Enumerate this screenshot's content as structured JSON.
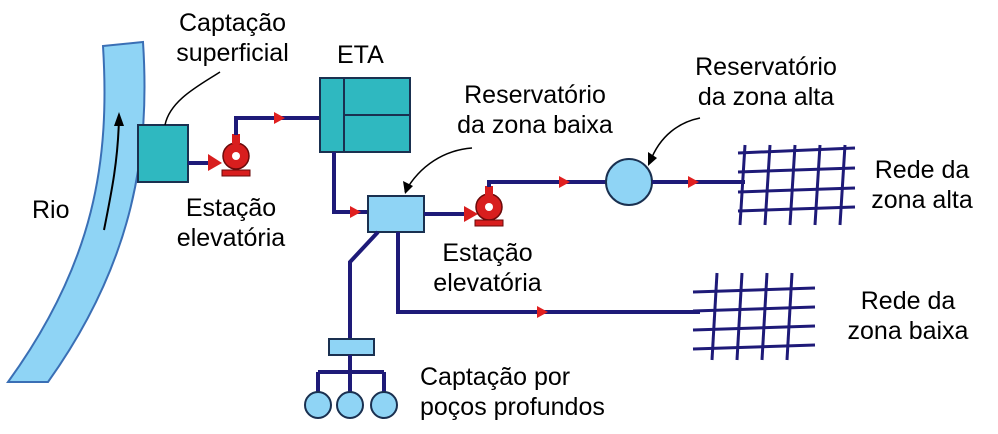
{
  "labels": {
    "captacao_superficial": [
      "Captação",
      "superficial"
    ],
    "eta": "ETA",
    "rio": "Rio",
    "estacao_elevatoria_1": [
      "Estação",
      "elevatória"
    ],
    "reservatorio_zona_baixa": [
      "Reservatório",
      "da zona baixa"
    ],
    "reservatorio_zona_alta": [
      "Reservatório",
      "da zona alta"
    ],
    "rede_zona_alta": [
      "Rede da",
      "zona alta"
    ],
    "estacao_elevatoria_2": [
      "Estação",
      "elevatória"
    ],
    "rede_zona_baixa": [
      "Rede da",
      "zona baixa"
    ],
    "captacao_pocos": [
      "Captação por",
      "poços profundos"
    ]
  },
  "colors": {
    "water": "#8fd4f5",
    "water_edge": "#3a6fb5",
    "treatment": "#2fb8c0",
    "pipe": "#1e1a78",
    "arrow": "#e02020",
    "pump": "#d81e1e",
    "network": "#1e1a78"
  }
}
